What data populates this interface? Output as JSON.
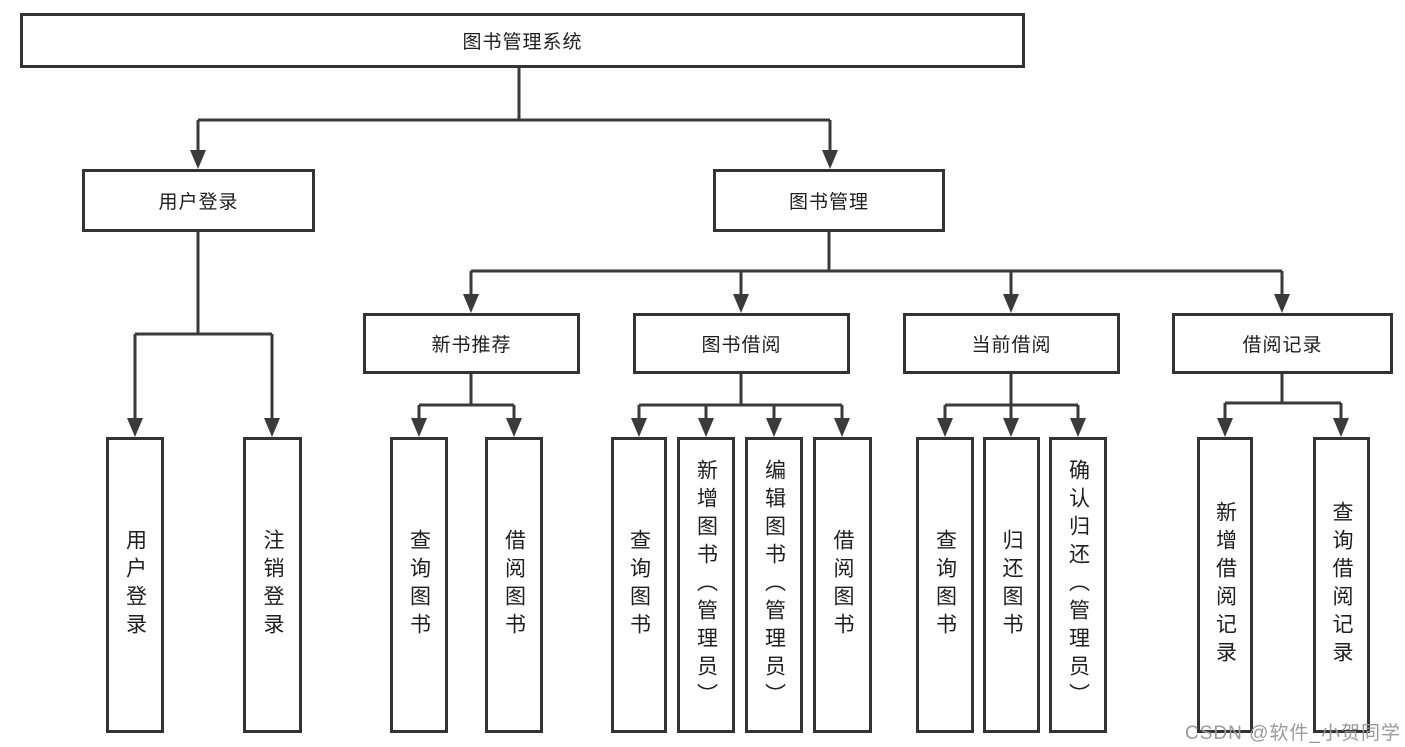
{
  "tree": {
    "label": "图书管理系统",
    "children": [
      {
        "label": "用户登录",
        "children": [
          {
            "label": "用户登录"
          },
          {
            "label": "注销登录"
          }
        ]
      },
      {
        "label": "图书管理",
        "children": [
          {
            "label": "新书推荐",
            "children": [
              {
                "label": "查询图书"
              },
              {
                "label": "借阅图书"
              }
            ]
          },
          {
            "label": "图书借阅",
            "children": [
              {
                "label": "查询图书"
              },
              {
                "label": "新增图书（管理员）"
              },
              {
                "label": "编辑图书（管理员）"
              },
              {
                "label": "借阅图书"
              }
            ]
          },
          {
            "label": "当前借阅",
            "children": [
              {
                "label": "查询图书"
              },
              {
                "label": "归还图书"
              },
              {
                "label": "确认归还（管理员）"
              }
            ]
          },
          {
            "label": "借阅记录",
            "children": [
              {
                "label": "新增借阅记录"
              },
              {
                "label": "查询借阅记录"
              }
            ]
          }
        ]
      }
    ]
  },
  "watermark": {
    "text": "CSDN @软件_小贺同学"
  },
  "colors": {
    "border": "#333333",
    "line": "#3a3a3a",
    "watermark": "#9a9a9a"
  }
}
